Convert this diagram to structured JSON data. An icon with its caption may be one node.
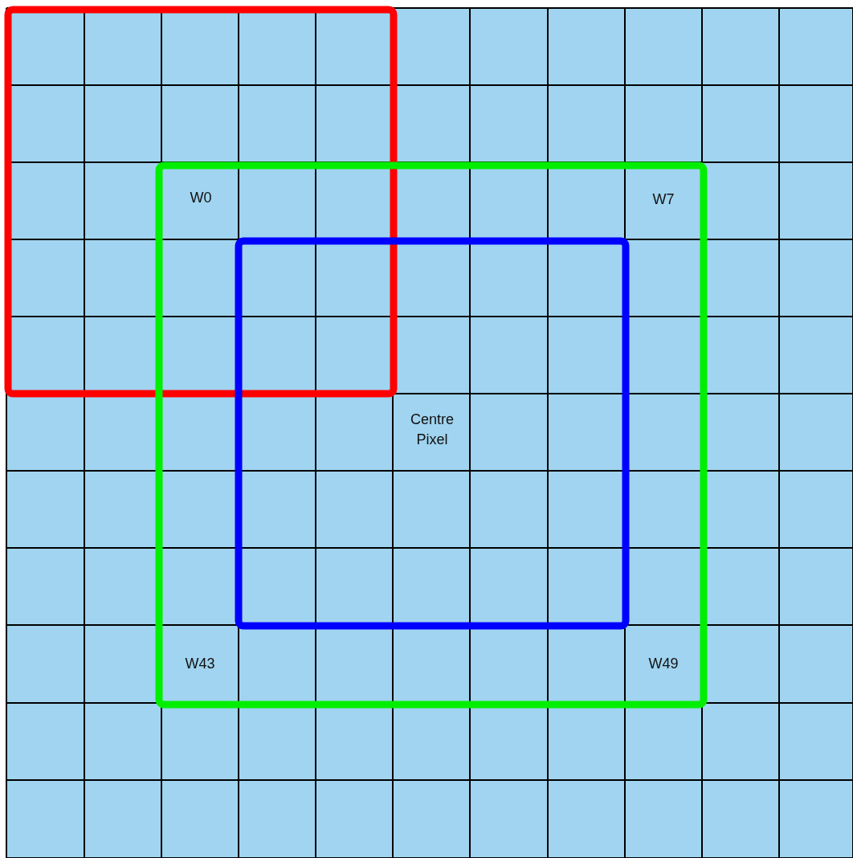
{
  "diagram": {
    "labels": [
      "W0",
      "W7",
      "Centre Pixel",
      "W43",
      "W49"
    ]
  }
}
